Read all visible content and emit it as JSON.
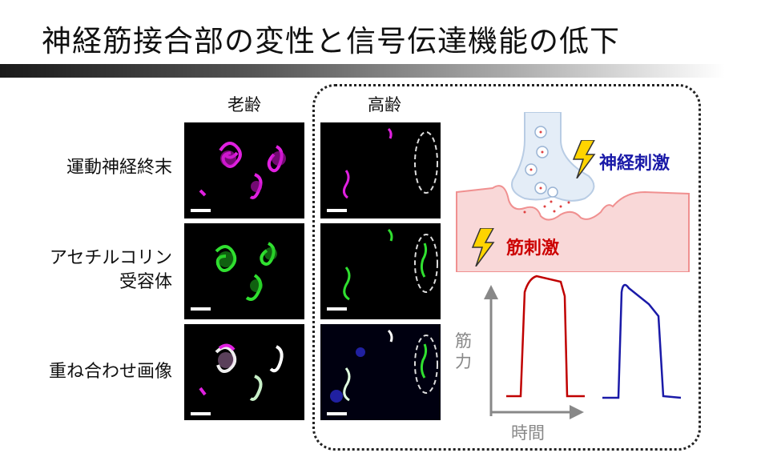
{
  "title": "神経筋接合部の変性と信号伝達機能の低下",
  "columns": {
    "adult": "老齢",
    "aged": "高齢"
  },
  "rows": [
    {
      "label": "運動神経終末"
    },
    {
      "label_line1": "アセチルコリン",
      "label_line2": "受容体"
    },
    {
      "label": "重ね合わせ画像"
    }
  ],
  "diagram": {
    "nerve_stim": "神経刺激",
    "muscle_stim": "筋刺激",
    "y_axis": "筋力",
    "x_axis": "時間",
    "colors": {
      "nerve": "#1a1aa8",
      "muscle": "#cc0000",
      "muscle_fill": "#f9d8d8",
      "nerve_fill": "#e4edf7",
      "lightning": "#ffd400"
    }
  },
  "chart_data": {
    "type": "line",
    "xlabel": "時間",
    "ylabel": "筋力",
    "series": [
      {
        "color": "#c00000",
        "shape": "plateau"
      },
      {
        "color": "#1a1aa8",
        "shape": "decaying"
      }
    ]
  }
}
